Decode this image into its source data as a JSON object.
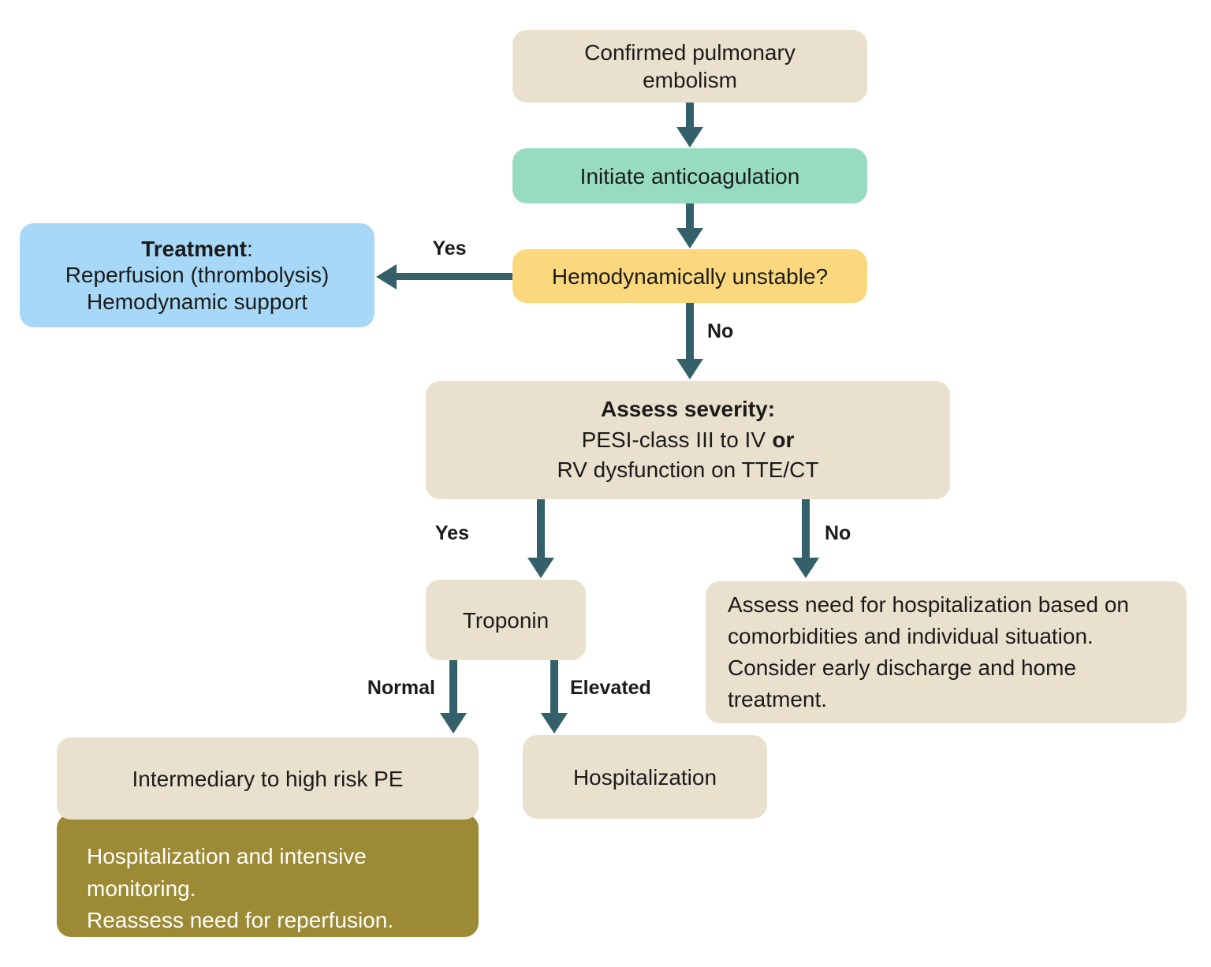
{
  "palette": {
    "box-beige": "#e9e1cd",
    "box-mint": "#97dcc0",
    "box-yellow": "#fbd87d",
    "box-blue": "#a7d8f8",
    "box-olive": "#9d8a35",
    "arrow": "#336069",
    "text-dark": "#1b1b1b",
    "text-light": "#ffffff"
  },
  "nodes": {
    "confirmed": {
      "text": "Confirmed pulmonary embolism"
    },
    "anticoagulation": {
      "text": "Initiate anticoagulation"
    },
    "unstable": {
      "text": "Hemodynamically unstable?"
    },
    "treatment": {
      "title": "Treatment",
      "colon": ":",
      "lines": [
        "Reperfusion (thrombolysis)",
        "Hemodynamic support"
      ]
    },
    "assess_severity": {
      "title": "Assess severity:",
      "criteria1": "PESI-class III to IV",
      "conjunction": "or",
      "criteria2": "RV dysfunction on TTE/CT"
    },
    "troponin": {
      "text": "Troponin"
    },
    "assess_need": {
      "text": "Assess need for hospitalization based on comorbidities and individual situation. Consider early discharge and home treatment."
    },
    "hospitalization": {
      "text": "Hospitalization"
    },
    "intermediary": {
      "title": "Intermediary to high risk PE",
      "detail_lines": [
        "Hospitalization and intensive monitoring.",
        "Reassess need for reperfusion."
      ]
    }
  },
  "edges": {
    "unstable_yes": "Yes",
    "unstable_no": "No",
    "severity_yes": "Yes",
    "severity_no": "No",
    "troponin_normal": "Normal",
    "troponin_elevated": "Elevated"
  }
}
